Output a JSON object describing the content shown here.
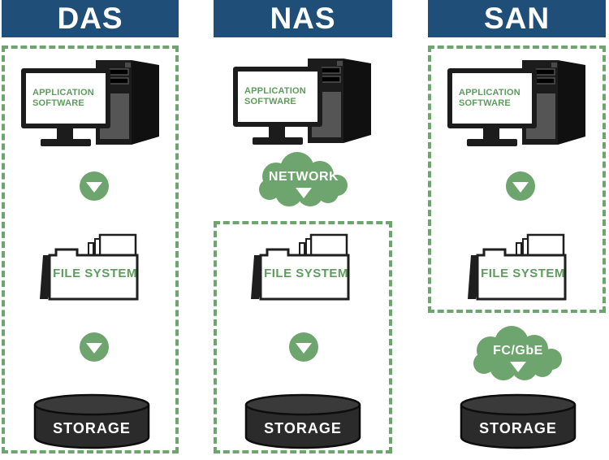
{
  "diagram": {
    "type": "storage-architecture-comparison",
    "colors": {
      "header_blue": "#1F4E79",
      "accent_green": "#6EA46E",
      "text_green": "#5D9C5D",
      "dark": "#1C1C1C",
      "storage_top": "#3A3A3A",
      "storage_body": "#2B2B2B",
      "white": "#FFFFFF"
    },
    "columns": [
      {
        "id": "das",
        "header": "DAS",
        "app_software": "APPLICATION SOFTWARE",
        "file_system": "FILE SYSTEM",
        "storage": "STORAGE"
      },
      {
        "id": "nas",
        "header": "NAS",
        "app_software": "APPLICATION SOFTWARE",
        "network_label": "NETWORK",
        "file_system": "FILE SYSTEM",
        "storage": "STORAGE"
      },
      {
        "id": "san",
        "header": "SAN",
        "app_software": "APPLICATION SOFTWARE",
        "file_system": "FILE SYSTEM",
        "fc_label": "FC/GbE",
        "storage": "STORAGE"
      }
    ]
  }
}
